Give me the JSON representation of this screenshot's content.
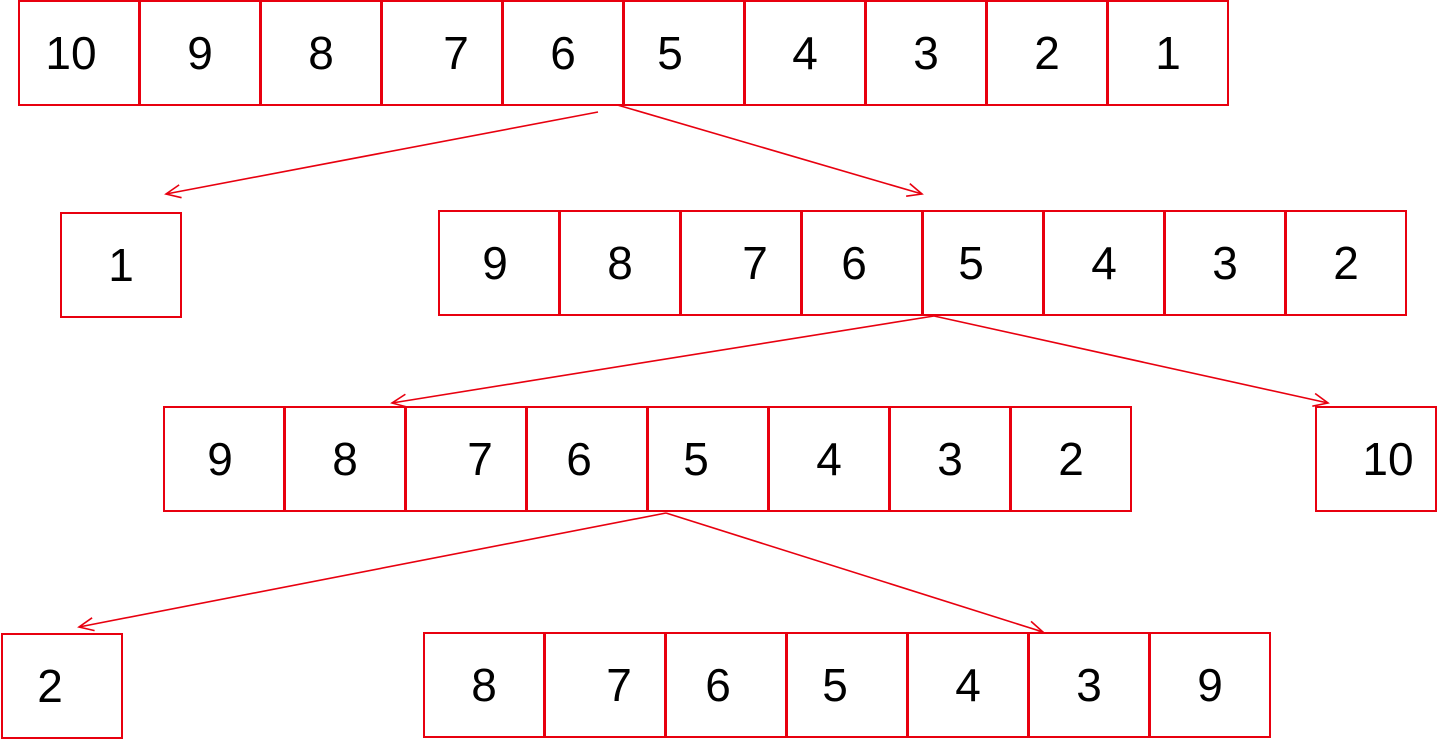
{
  "diagram": {
    "line_color": "#e8000f",
    "arrays": [
      {
        "name": "level-0",
        "values": [
          "10",
          "9",
          "8",
          "7",
          "6",
          "5",
          "4",
          "3",
          "2",
          "1"
        ]
      },
      {
        "name": "level-1-left",
        "values": [
          "1"
        ]
      },
      {
        "name": "level-1-right",
        "values": [
          "9",
          "8",
          "7",
          "6",
          "5",
          "4",
          "3",
          "2"
        ]
      },
      {
        "name": "level-2-left",
        "values": [
          "9",
          "8",
          "7",
          "6",
          "5",
          "4",
          "3",
          "2"
        ]
      },
      {
        "name": "level-2-right",
        "values": [
          "10"
        ]
      },
      {
        "name": "level-3-left",
        "values": [
          "2"
        ]
      },
      {
        "name": "level-3-right",
        "values": [
          "8",
          "7",
          "6",
          "5",
          "4",
          "3",
          "9"
        ]
      }
    ],
    "arrows": [
      {
        "from": "level-0",
        "to": "level-1-left"
      },
      {
        "from": "level-0",
        "to": "level-1-right"
      },
      {
        "from": "level-1-right",
        "to": "level-2-left"
      },
      {
        "from": "level-1-right",
        "to": "level-2-right"
      },
      {
        "from": "level-2-left",
        "to": "level-3-left"
      },
      {
        "from": "level-2-left",
        "to": "level-3-right"
      }
    ]
  }
}
